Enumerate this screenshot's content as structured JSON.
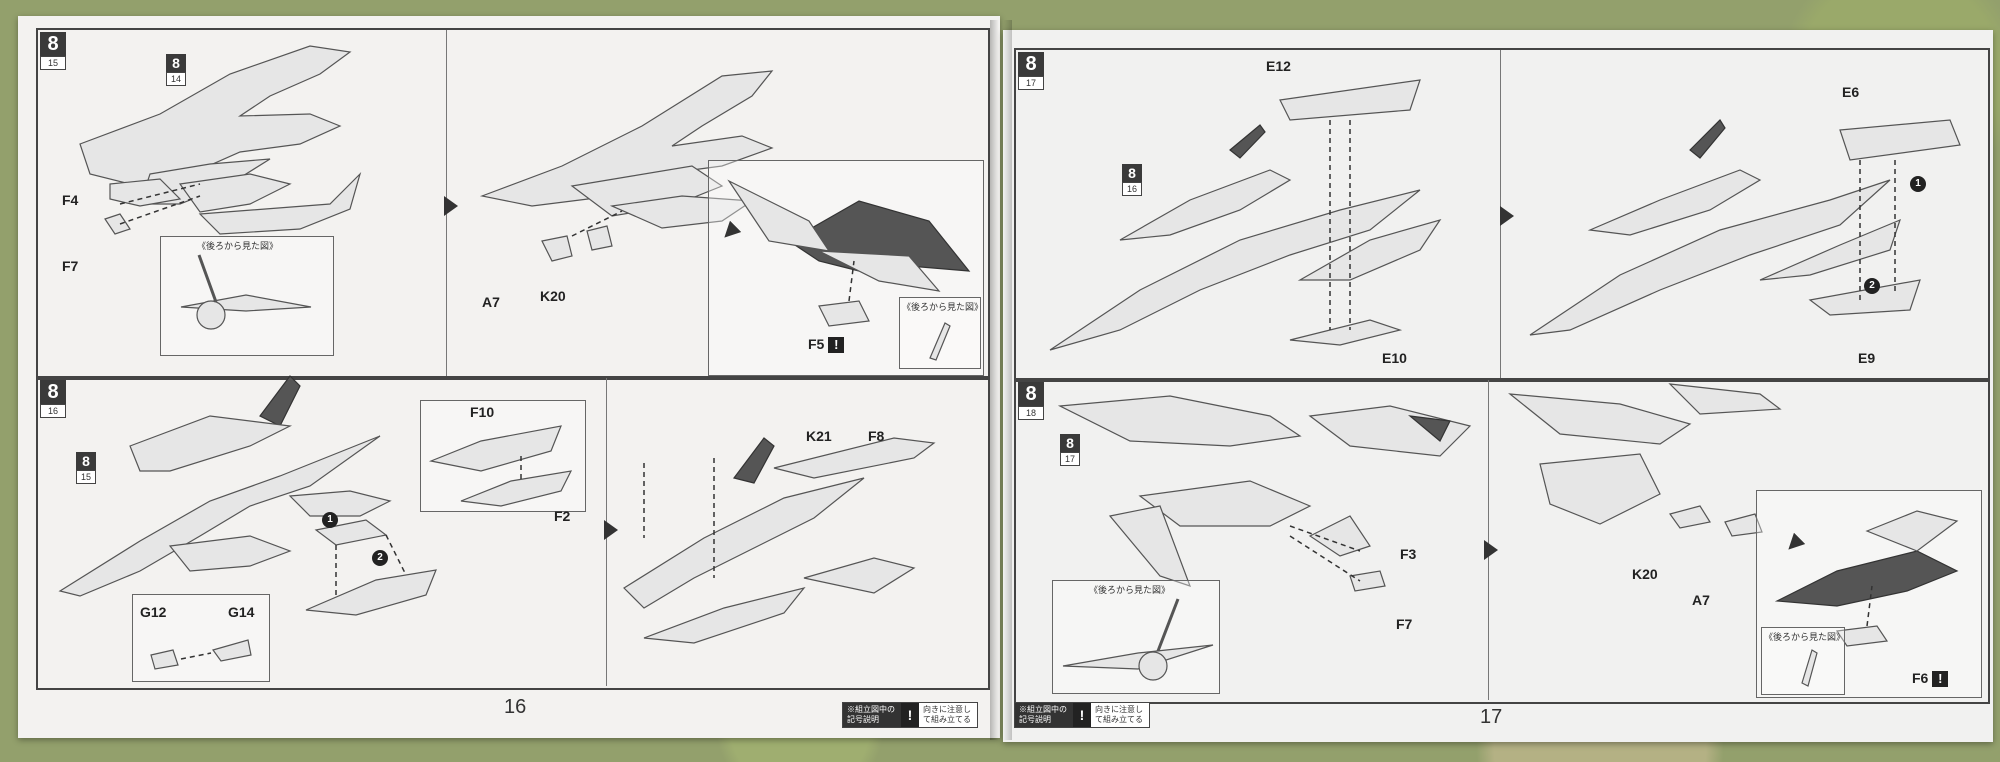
{
  "left_page": {
    "page_number": "16",
    "step_top": {
      "number": "8",
      "substep": "15",
      "parent_step": {
        "number": "8",
        "substep": "14"
      }
    },
    "step_bottom": {
      "number": "8",
      "substep": "16",
      "parent_step": {
        "number": "8",
        "substep": "15"
      }
    },
    "parts_top": [
      "F4",
      "F7",
      "A7",
      "K20",
      "F5"
    ],
    "parts_bottom": [
      "F10",
      "F2",
      "G12",
      "G14",
      "K21",
      "F8"
    ],
    "inset_caption": "《後ろから見た図》",
    "assembly_steps": [
      "1",
      "2"
    ],
    "legend_label": "※組立図中の記号説明",
    "legend_text": "向きに注意して組み立てる"
  },
  "right_page": {
    "page_number": "17",
    "step_top": {
      "number": "8",
      "substep": "17",
      "parent_step": {
        "number": "8",
        "substep": "16"
      }
    },
    "step_bottom": {
      "number": "8",
      "substep": "18",
      "parent_step": {
        "number": "8",
        "substep": "17"
      }
    },
    "parts_top": [
      "E12",
      "E10",
      "E6",
      "E9"
    ],
    "parts_bottom": [
      "F3",
      "F7",
      "K20",
      "A7",
      "F6"
    ],
    "inset_caption": "《後ろから見た図》",
    "assembly_steps": [
      "1",
      "2"
    ],
    "legend_label": "※組立図中の記号説明",
    "legend_text": "向きに注意して組み立てる"
  },
  "icons": {
    "warning": "exclamation-icon",
    "next": "triangle-arrow-icon"
  }
}
